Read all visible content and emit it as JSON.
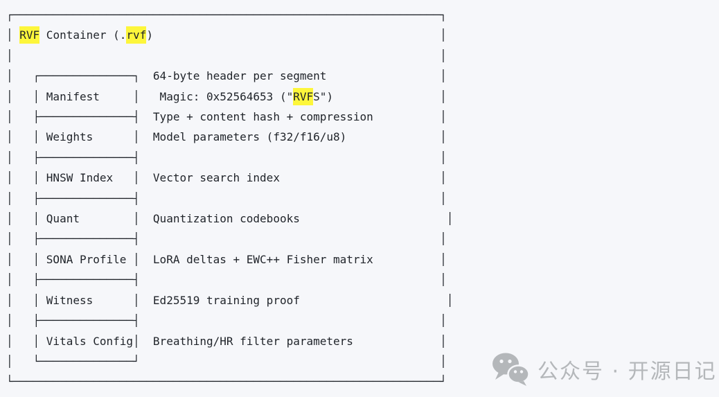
{
  "colors": {
    "background": "#f6f7fa",
    "text": "#1f2329",
    "highlight": "#fdf63b",
    "watermark": "#b4b7ba"
  },
  "container": {
    "title": "RVF Container (.rvf)",
    "header_notes": [
      "64-byte header per segment",
      "Magic: 0x52564653 (\"RVFS\")",
      "Type + content hash + compression"
    ],
    "segments": [
      {
        "name": "Manifest",
        "description": "Magic: 0x52564653 (\"RVFS\")"
      },
      {
        "name": "Weights",
        "description": "Model parameters (f32/f16/u8)"
      },
      {
        "name": "HNSW Index",
        "description": "Vector search index"
      },
      {
        "name": "Quant",
        "description": "Quantization codebooks"
      },
      {
        "name": "SONA Profile",
        "description": "LoRA deltas + EWC++ Fisher matrix"
      },
      {
        "name": "Witness",
        "description": "Ed25519 training proof"
      },
      {
        "name": "Vitals Config",
        "description": "Breathing/HR filter parameters"
      }
    ],
    "highlighted_terms": [
      "RVF",
      "rvf",
      "RVF"
    ]
  },
  "diagram": {
    "fill_h": "─",
    "border_v": "│",
    "lines": [
      {
        "rule": [
          "┌",
          "┐"
        ],
        "end": 65
      },
      {
        "s": [
          [
            "│ ",
            0
          ],
          [
            "RVF",
            1
          ],
          [
            " Container (.",
            0
          ],
          [
            "rvf",
            1
          ],
          [
            ")",
            0
          ]
        ],
        "end": 65
      },
      {
        "s": [
          [
            "│",
            0
          ]
        ],
        "end": 65
      },
      {
        "s": [
          [
            "│   ┌──────────────┐  64-byte header per segment",
            0
          ]
        ],
        "end": 65
      },
      {
        "s": [
          [
            "│   │ Manifest     │   Magic: 0x52564653 (\"",
            0
          ],
          [
            "RVF",
            1
          ],
          [
            "S\")",
            0
          ]
        ],
        "end": 65
      },
      {
        "s": [
          [
            "│   ├──────────────┤  Type + content hash + compression",
            0
          ]
        ],
        "end": 65
      },
      {
        "s": [
          [
            "│   │ Weights      │  Model parameters (f32/f16/u8)",
            0
          ]
        ],
        "end": 65
      },
      {
        "s": [
          [
            "│   ├──────────────┤",
            0
          ]
        ],
        "end": 65
      },
      {
        "s": [
          [
            "│   │ HNSW Index   │  Vector search index",
            0
          ]
        ],
        "end": 65
      },
      {
        "s": [
          [
            "│   ├──────────────┤",
            0
          ]
        ],
        "end": 65
      },
      {
        "s": [
          [
            "│   │ Quant        │  Quantization codebooks",
            0
          ]
        ],
        "end": 66
      },
      {
        "s": [
          [
            "│   ├──────────────┤",
            0
          ]
        ],
        "end": 65
      },
      {
        "s": [
          [
            "│   │ SONA Profile │  LoRA deltas + EWC++ Fisher matrix",
            0
          ]
        ],
        "end": 65
      },
      {
        "s": [
          [
            "│   ├──────────────┤",
            0
          ]
        ],
        "end": 65
      },
      {
        "s": [
          [
            "│   │ Witness      │  Ed25519 training proof",
            0
          ]
        ],
        "end": 66
      },
      {
        "s": [
          [
            "│   ├──────────────┤",
            0
          ]
        ],
        "end": 65
      },
      {
        "s": [
          [
            "│   │ Vitals Config│  Breathing/HR filter parameters",
            0
          ]
        ],
        "end": 65
      },
      {
        "s": [
          [
            "│   └──────────────┘",
            0
          ]
        ],
        "end": 65
      },
      {
        "rule": [
          "└",
          "┘"
        ],
        "end": 65
      }
    ]
  },
  "watermark": {
    "icon": "wechat-icon",
    "label": "公众号 · 开源日记"
  }
}
